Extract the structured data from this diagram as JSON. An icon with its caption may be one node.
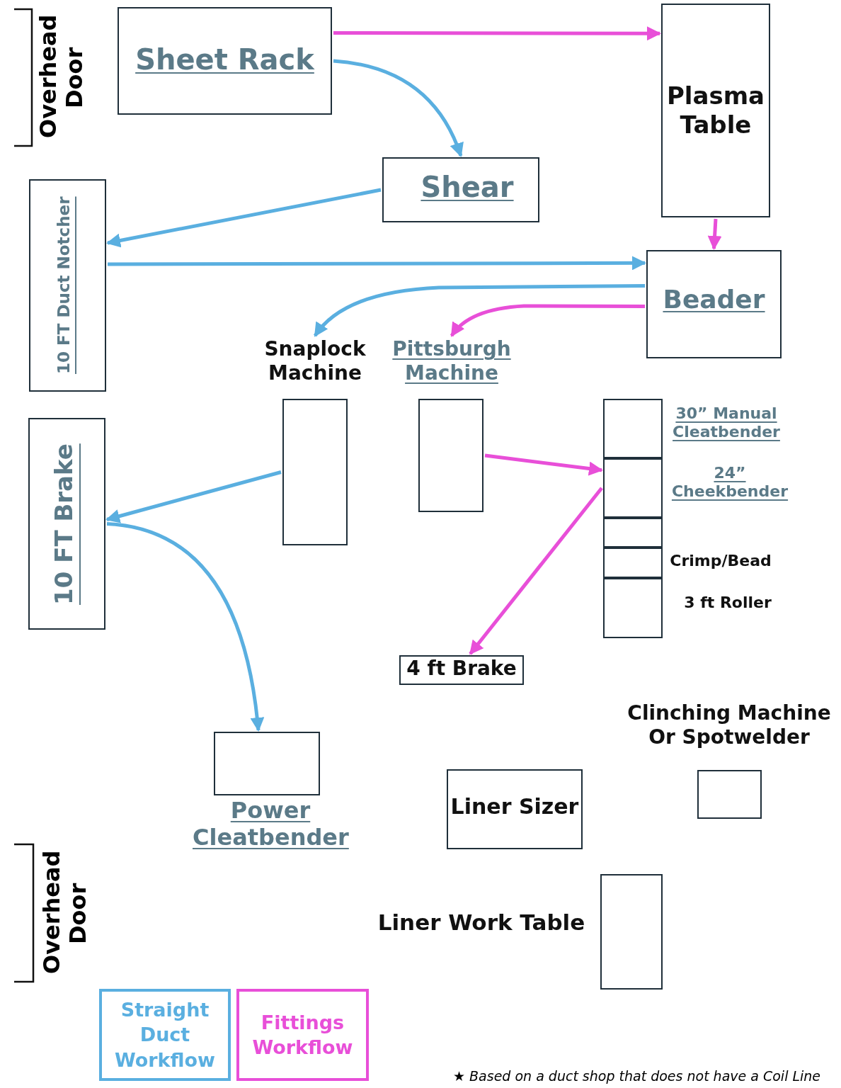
{
  "diagram": {
    "nodes": [
      {
        "text": [
          "Sheet Rack"
        ]
      },
      {
        "text": [
          "Plasma Table"
        ]
      },
      {
        "text": [
          "Shear"
        ]
      },
      {
        "text": [
          "10 FT Duct Notcher"
        ]
      },
      {
        "text": [
          "Beader"
        ]
      },
      {
        "text": [
          "Snaplock Machine"
        ]
      },
      {
        "text": [
          "Pittsburgh Machine"
        ]
      },
      {
        "text": [
          "30” Manual Cleatbender"
        ]
      },
      {
        "text": [
          "24” Cheekbender"
        ]
      },
      {
        "text": [],
        "shape": "box"
      },
      {
        "text": [
          "Crimp/Bead"
        ]
      },
      {
        "text": [
          "3 ft Roller"
        ]
      },
      {
        "text": [
          "10 FT Brake"
        ]
      },
      {
        "text": [
          "4 ft Brake"
        ]
      },
      {
        "text": [
          "Power Cleatbender"
        ]
      },
      {
        "text": [
          "Liner Sizer"
        ]
      },
      {
        "text": [
          "Clinching Machine Or Spotwelder"
        ]
      },
      {
        "text": [
          "Liner Work Table"
        ]
      }
    ],
    "edges": [
      {
        "from": 0,
        "to": 1,
        "arrow": "to",
        "color": "#e84fd8"
      },
      {
        "from": 0,
        "to": 2,
        "arrow": "to"
      },
      {
        "from": 2,
        "to": 3,
        "arrow": "to"
      },
      {
        "from": 1,
        "to": 4,
        "arrow": "to",
        "color": "#e84fd8"
      },
      {
        "from": 3,
        "to": 4,
        "arrow": "to"
      },
      {
        "from": 4,
        "to": 5,
        "arrow": "to"
      },
      {
        "from": 4,
        "to": 6,
        "arrow": "to",
        "color": "#e84fd8"
      },
      {
        "from": 6,
        "to": 8,
        "arrow": "to",
        "color": "#e84fd8"
      },
      {
        "from": 5,
        "to": 12,
        "arrow": "to"
      },
      {
        "from": 8,
        "to": 13,
        "arrow": "to",
        "color": "#e84fd8"
      },
      {
        "from": 12,
        "to": 14,
        "arrow": "to"
      }
    ],
    "labels": [
      "Overhead Door",
      "Overhead Door",
      "★ Based on a duct shop that does not have a Coil Line"
    ],
    "legend": [
      {
        "text": "Straight Duct Workflow",
        "color": "#5aafe0"
      },
      {
        "text": "Fittings Workflow",
        "color": "#e84fd8"
      }
    ]
  }
}
